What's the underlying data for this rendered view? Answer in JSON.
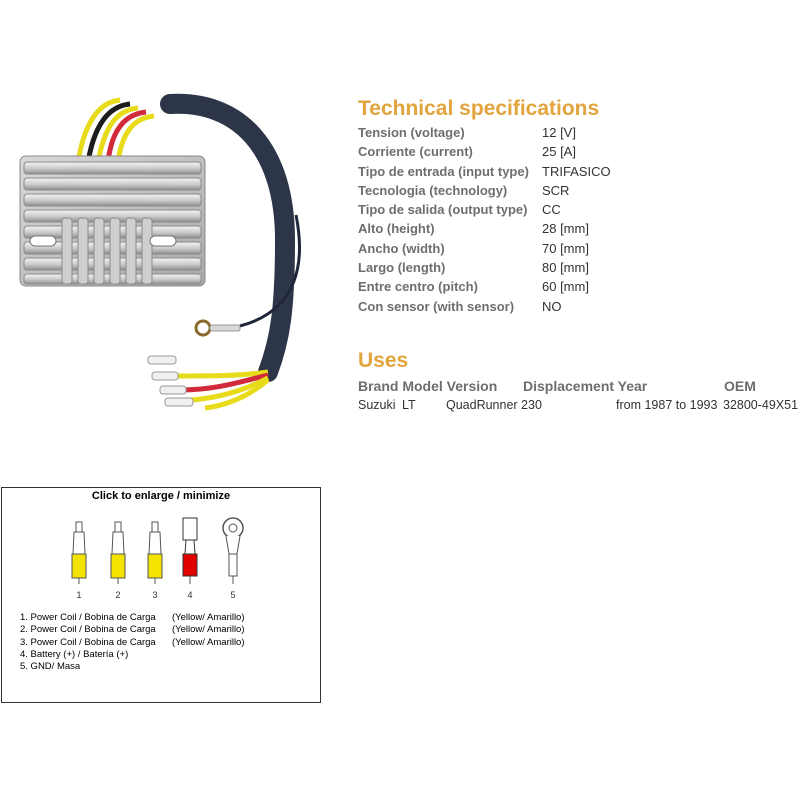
{
  "specs": {
    "title": "Technical specifications",
    "rows": [
      {
        "label": "Tension (voltage)",
        "value": "12 [V]"
      },
      {
        "label": "Corriente (current)",
        "value": "25 [A]"
      },
      {
        "label": "Tipo de entrada (input type)",
        "value": "TRIFASICO"
      },
      {
        "label": "Tecnologia (technology)",
        "value": "SCR"
      },
      {
        "label": "Tipo de salida (output type)",
        "value": "CC"
      },
      {
        "label": "Alto (height)",
        "value": "28 [mm]"
      },
      {
        "label": "Ancho (width)",
        "value": "70 [mm]"
      },
      {
        "label": "Largo (length)",
        "value": "80 [mm]"
      },
      {
        "label": "Entre centro (pitch)",
        "value": "60 [mm]"
      },
      {
        "label": "Con sensor (with sensor)",
        "value": "NO"
      }
    ]
  },
  "uses": {
    "title": "Uses",
    "headers": {
      "brand_model_version": "Brand Model Version",
      "displacement_year": "Displacement Year",
      "oem": "OEM"
    },
    "rows": [
      {
        "brand": "Suzuki",
        "model": "LT",
        "version": "QuadRunner 230",
        "year": "from 1987 to 1993",
        "oem": "32800-49X51"
      }
    ]
  },
  "connectors": {
    "title": "Click to enlarge / minimize",
    "items": [
      {
        "number": "1",
        "color": "#f2e400"
      },
      {
        "number": "2",
        "color": "#f2e400"
      },
      {
        "number": "3",
        "color": "#f2e400"
      },
      {
        "number": "4",
        "color": "#e00000"
      },
      {
        "number": "5",
        "color": "#ffffff"
      }
    ],
    "legend": [
      {
        "text": "1. Power Coil / Bobina de Carga",
        "color_note": "(Yellow/ Amarillo)"
      },
      {
        "text": "2. Power Coil / Bobina de Carga",
        "color_note": "(Yellow/ Amarillo)"
      },
      {
        "text": "3. Power Coil / Bobina de Carga",
        "color_note": "(Yellow/ Amarillo)"
      },
      {
        "text": "4. Battery (+) / Batería (+)",
        "color_note": ""
      },
      {
        "text": "5. GND/ Masa",
        "color_note": ""
      }
    ]
  }
}
